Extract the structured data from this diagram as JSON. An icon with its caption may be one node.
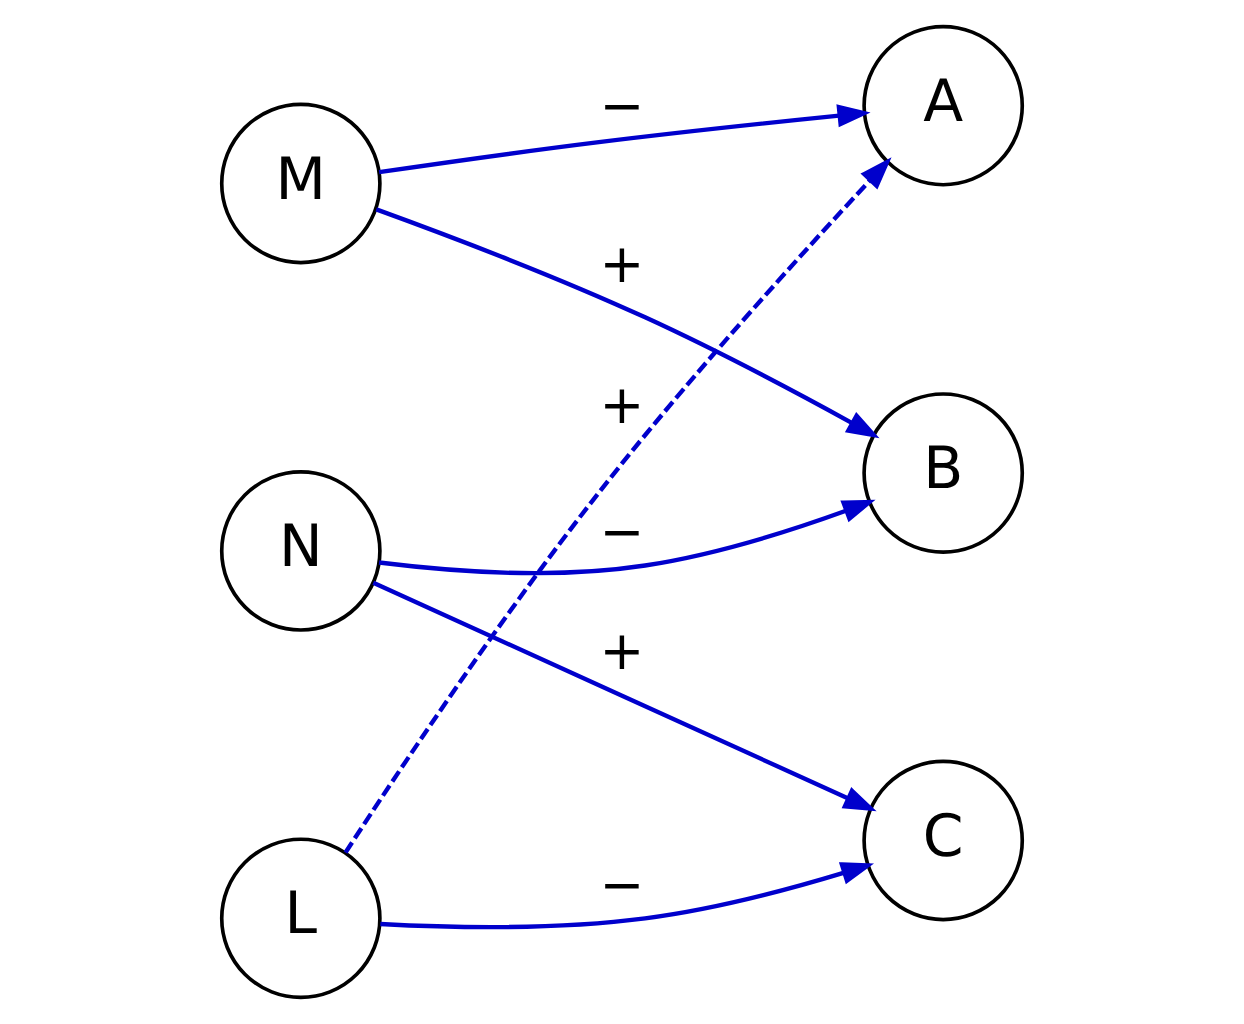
{
  "diagram": {
    "nodes": [
      {
        "text": [
          "M"
        ]
      },
      {
        "text": [
          "A"
        ]
      },
      {
        "text": [
          "N"
        ]
      },
      {
        "text": [
          "B"
        ]
      },
      {
        "text": [
          "L"
        ]
      },
      {
        "text": [
          "C"
        ]
      }
    ],
    "edges": [
      {
        "from": 0,
        "to": 1,
        "arrow": "to",
        "label": "−"
      },
      {
        "from": 0,
        "to": 3,
        "arrow": "to",
        "label": "+"
      },
      {
        "from": 4,
        "to": 1,
        "arrow": "to",
        "label": "+",
        "style": "dashed"
      },
      {
        "from": 2,
        "to": 3,
        "arrow": "to",
        "label": "−"
      },
      {
        "from": 2,
        "to": 5,
        "arrow": "to",
        "label": "+"
      },
      {
        "from": 4,
        "to": 5,
        "arrow": "to",
        "label": "−"
      }
    ]
  }
}
